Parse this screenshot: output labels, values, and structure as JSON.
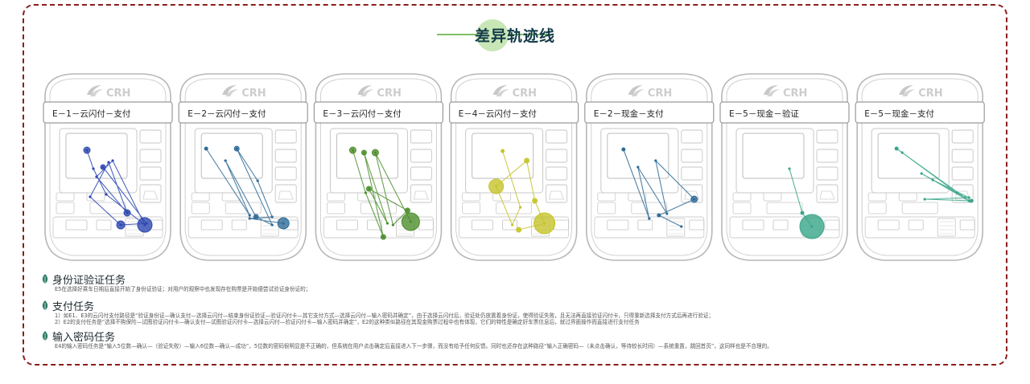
{
  "title": "差异轨迹线",
  "brand": "CRH",
  "colors": {
    "blue": "#2e49b0",
    "steel": "#2f6c98",
    "green": "#4e8e2e",
    "yellow": "#c6c32a",
    "teal": "#3aa68a",
    "frame": "#8b1c1c"
  },
  "machines": [
    {
      "label": "E－1－云闪付－支付",
      "color": "#2e49b0"
    },
    {
      "label": "E－2－云闪付－支付",
      "color": "#2f6c98"
    },
    {
      "label": "E－3－云闪付－支付",
      "color": "#4e8e2e"
    },
    {
      "label": "E－4－云闪付－支付",
      "color": "#c6c32a"
    },
    {
      "label": "E－2－现金－支付",
      "color": "#2f6c98"
    },
    {
      "label": "E－5－现金－验证",
      "color": "#3aa68a"
    },
    {
      "label": "E－5－现金－支付",
      "color": "#3aa68a"
    }
  ],
  "sections": [
    {
      "title": "身份证验证任务",
      "lines": [
        "E5在选择好乘车日期后直接开始了身份证验证；对用户的观察中也发现存在购票是开始便尝试验证身份证的；"
      ]
    },
    {
      "title": "支付任务",
      "lines": [
        "1）如E1、E3的云闪付支付路径是“验证身份证—确认支付—选择云闪付—结束身份证验证—验证闪付卡—其它支付方式—选择云闪付—输入密码并确定”，由于选择云闪付后，验证处仍放置着身份证，使得验证失败，且无法再直接验证闪付卡，只得重新选择支付方式后再进行验证；",
        "2）E2的支付任务是“选择不购保险—试图验证闪付卡—确认支付—试图验证闪付卡—选择云闪付—验证闪付卡—输入密码并确定”，E2的这种类似路径在其现金购票过程中也有体现，它们的特性是确定好车票信息后，就过界面操作而直接进行支付任务"
      ]
    },
    {
      "title": "输入密码任务",
      "lines": [
        "E4的输入密码任务是“输入5位数—确认—（验证失败）—输入6位数—确认—成功”，5位数的密码很明显是不正确的，但系统在用户点击确定后直接进入下一步骤，而没有给予任何反馈。同时也还存在这种路径“输入正确密码—（未点击确认，等待较长时间）—系统重置，跳回首页”，这同样也是不合理的。"
      ]
    }
  ]
}
